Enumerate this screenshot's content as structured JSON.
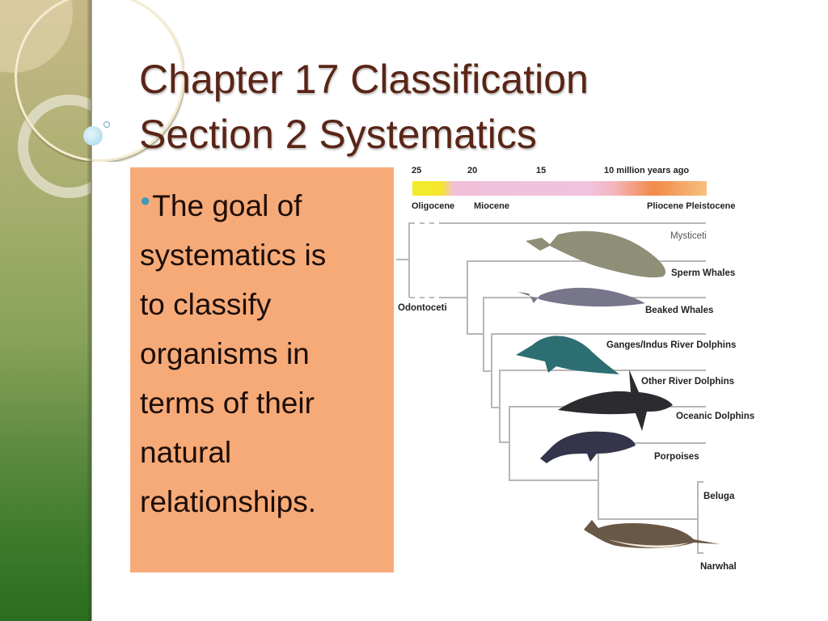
{
  "slide": {
    "title_line1": "Chapter 17 Classification",
    "title_line2": "Section 2 Systematics",
    "bullet_lines": [
      "The goal of",
      "systematics is",
      "to classify",
      "organisms in",
      "terms of their",
      "natural",
      "relationships."
    ],
    "colors": {
      "title": "#5a2516",
      "text_box_bg": "#f6aa78",
      "bullet": "#3c9bb8",
      "band_top": "#c8b888",
      "band_bottom": "#2a6e1f"
    }
  },
  "figure": {
    "time_ticks": [
      "25",
      "20",
      "15",
      "10 million years ago"
    ],
    "epochs": [
      "Oligocene",
      "Miocene",
      "Pliocene Pleistocene"
    ],
    "clades": {
      "outgroup": "Mysticeti",
      "suborder": "Odontoceti"
    },
    "taxa": [
      "Sperm Whales",
      "Beaked Whales",
      "Ganges/Indus River Dolphins",
      "Other River Dolphins",
      "Oceanic Dolphins",
      "Porpoises",
      "Beluga",
      "Narwhal"
    ]
  }
}
